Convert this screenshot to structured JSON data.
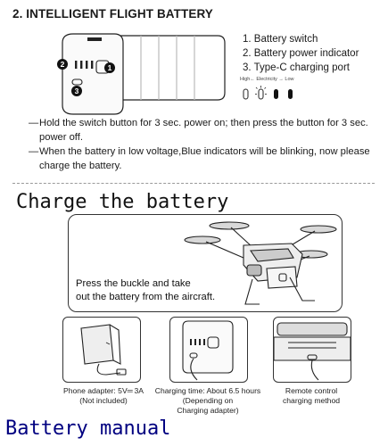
{
  "section_title": "2. INTELLIGENT FLIGHT BATTERY",
  "battery_callouts": [
    "2",
    "1",
    "3"
  ],
  "legend": {
    "items": [
      "1. Battery switch",
      "2. Battery power indicator",
      "3. Type-C charging port"
    ],
    "level_caption": "High← Electricity → Low"
  },
  "notes": [
    "Hold the switch button for 3 sec. power on; then press the button for 3 sec. power off.",
    "When the battery in low voltage,Blue indicators will be blinking, now please charge the battery."
  ],
  "note_dash": "—",
  "charge_title": "Charge the battery",
  "drone_caption": [
    "Press the buckle and take",
    "out the battery from the aircraft."
  ],
  "methods": [
    {
      "lines": [
        "Phone adapter: 5V═ 3A",
        "(Not included)"
      ]
    },
    {
      "lines": [
        "Charging time: About 6.5 hours",
        "(Depending on",
        "Charging adapter)"
      ]
    },
    {
      "lines": [
        "Remote control",
        "charging method"
      ]
    }
  ],
  "manual_title": "Battery manual",
  "colors": {
    "manual_title": "#000080",
    "led_on": "#111111"
  }
}
